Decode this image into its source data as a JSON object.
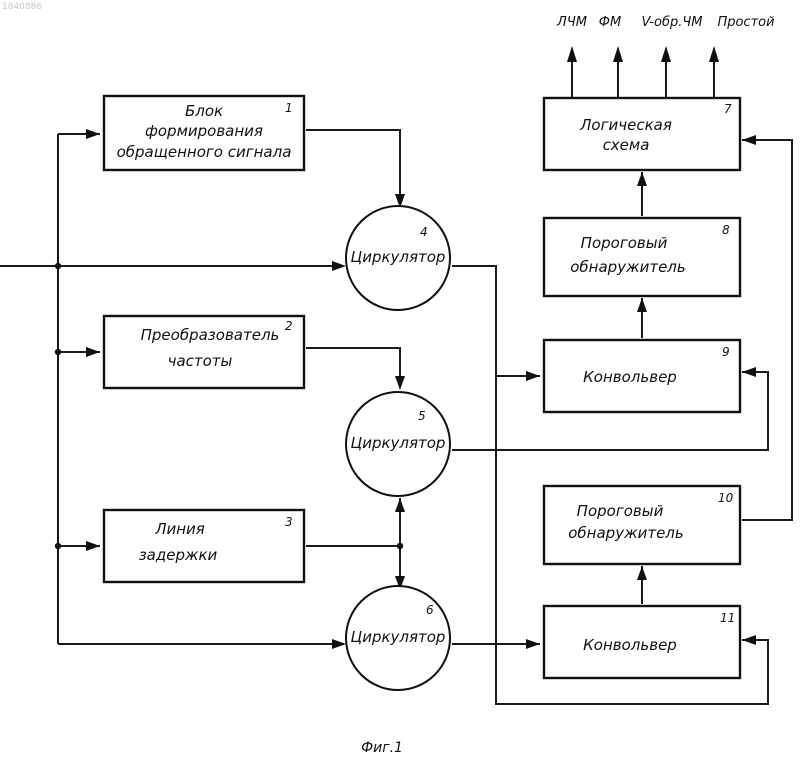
{
  "watermark": "1840886",
  "outputs": [
    "ЛЧМ",
    "ФМ",
    "V-обр.ЧМ",
    "Простой"
  ],
  "blocks": [
    {
      "id": "1",
      "lines": [
        "Блок",
        "формирования",
        "обращенного сигнала"
      ]
    },
    {
      "id": "2",
      "lines": [
        "Преобразователь",
        "частоты"
      ]
    },
    {
      "id": "3",
      "lines": [
        "Линия",
        "задержки"
      ]
    },
    {
      "id": "7",
      "lines": [
        "Логическая",
        "схема"
      ]
    },
    {
      "id": "8",
      "lines": [
        "Пороговый",
        "обнаружитель"
      ]
    },
    {
      "id": "9",
      "lines": [
        "Конвольвер"
      ]
    },
    {
      "id": "10",
      "lines": [
        "Пороговый",
        "обнаружитель"
      ]
    },
    {
      "id": "11",
      "lines": [
        "Конвольвер"
      ]
    }
  ],
  "circulators": [
    {
      "id": "4",
      "label": "Циркулятор"
    },
    {
      "id": "5",
      "label": "Циркулятор"
    },
    {
      "id": "6",
      "label": "Циркулятор"
    }
  ],
  "caption": "Фиг.1"
}
